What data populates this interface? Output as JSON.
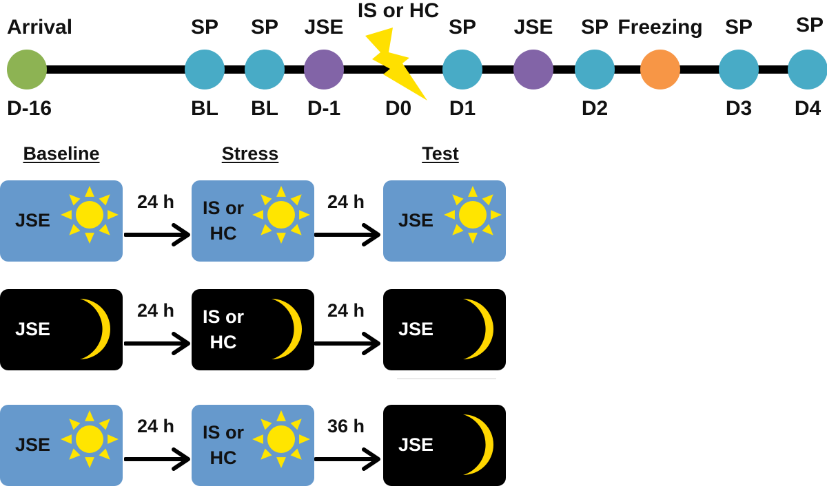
{
  "timeline": {
    "points": [
      {
        "top": "Arrival",
        "bottom": "D-16",
        "color": "#8db353"
      },
      {
        "top": "SP",
        "bottom": "BL",
        "color": "#48abc6"
      },
      {
        "top": "SP",
        "bottom": "BL",
        "color": "#48abc6"
      },
      {
        "top": "JSE",
        "bottom": "D-1",
        "color": "#8264a7"
      },
      {
        "top": "SP",
        "bottom": "D1",
        "color": "#48abc6"
      },
      {
        "top": "JSE",
        "bottom": "",
        "color": "#8264a7"
      },
      {
        "top": "SP",
        "bottom": "D2",
        "color": "#48abc6"
      },
      {
        "top": "Freezing",
        "bottom": "",
        "color": "#f79646"
      },
      {
        "top": "SP",
        "bottom": "D3",
        "color": "#48abc6"
      },
      {
        "top": "SP",
        "bottom": "D4",
        "color": "#48abc6"
      }
    ],
    "stress_event": {
      "label": "IS or HC",
      "day": "D0",
      "color": "#ffe000"
    }
  },
  "headers": {
    "baseline": "Baseline",
    "stress": "Stress",
    "test": "Test"
  },
  "protocols": [
    {
      "boxes": [
        {
          "theme": "day",
          "lines": [
            "JSE"
          ]
        },
        {
          "theme": "day",
          "lines": [
            "IS or",
            "HC"
          ]
        },
        {
          "theme": "day",
          "lines": [
            "JSE"
          ]
        }
      ],
      "intervals": [
        "24 h",
        "24 h"
      ]
    },
    {
      "boxes": [
        {
          "theme": "night",
          "lines": [
            "JSE"
          ]
        },
        {
          "theme": "night",
          "lines": [
            "IS or",
            "HC"
          ]
        },
        {
          "theme": "night",
          "lines": [
            "JSE"
          ]
        }
      ],
      "intervals": [
        "24 h",
        "24 h"
      ]
    },
    {
      "boxes": [
        {
          "theme": "day",
          "lines": [
            "JSE"
          ]
        },
        {
          "theme": "day",
          "lines": [
            "IS or",
            "HC"
          ]
        },
        {
          "theme": "night",
          "lines": [
            "JSE"
          ]
        }
      ],
      "intervals": [
        "24 h",
        "36 h"
      ]
    }
  ],
  "colors": {
    "sun": "#ffe500",
    "moon": "#ffd700",
    "day_box": "#6699cc",
    "night_box": "#000000"
  },
  "icons": {
    "day": "sun-icon",
    "night": "moon-icon"
  }
}
